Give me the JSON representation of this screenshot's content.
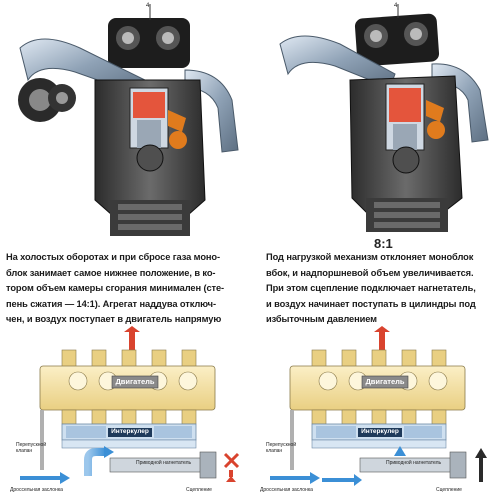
{
  "engine_left": {
    "top_marker": "4"
  },
  "engine_right": {
    "top_marker": "4"
  },
  "caption_left": {
    "lines": [
      "На холостых оборотах и при сбросе газа моно-",
      "блок занимает самое нижнее положение, в ко-",
      "тором объем камеры сгорания минимален (сте-",
      "пень сжатия — 14:1). Агрегат наддува отключ-",
      "чен, и воздух поступает в двигатель напрямую"
    ]
  },
  "ratio_label": "8:1",
  "caption_right": {
    "lines": [
      "Под нагрузкой механизм отклоняет моноблок",
      "вбок, и надпоршневой объем увеличивается.",
      "При этом сцепление подключает нагнетатель,",
      "и воздух начинает поступать в цилиндры под",
      "избыточным давлением"
    ]
  },
  "diagram_left": {
    "engine_label": "Двигатель",
    "intercooler_label": "Интеркулер",
    "bypass_valve_label_1": "Перепускной",
    "bypass_valve_label_2": "клапан",
    "throttle_label": "Дроссельная заслонка",
    "supercharger_label": "Приводной нагнетатель",
    "clutch_label": "Сцепление"
  },
  "diagram_right": {
    "engine_label": "Двигатель",
    "intercooler_label": "Интеркулер",
    "bypass_valve_label_1": "Перепускной",
    "bypass_valve_label_2": "клапан",
    "throttle_label": "Дроссельная заслонка",
    "supercharger_label": "Приводной нагнетатель",
    "clutch_label": "Сцепление"
  },
  "colors": {
    "engine_fill": "#f6e3a8",
    "intercooler_fill": "#cfe0f0",
    "air_arrow": "#3b8fd6",
    "exhaust_arrow": "#d9432e",
    "clutch_off": "#d9432e",
    "clutch_on": "#2a2a2a"
  }
}
